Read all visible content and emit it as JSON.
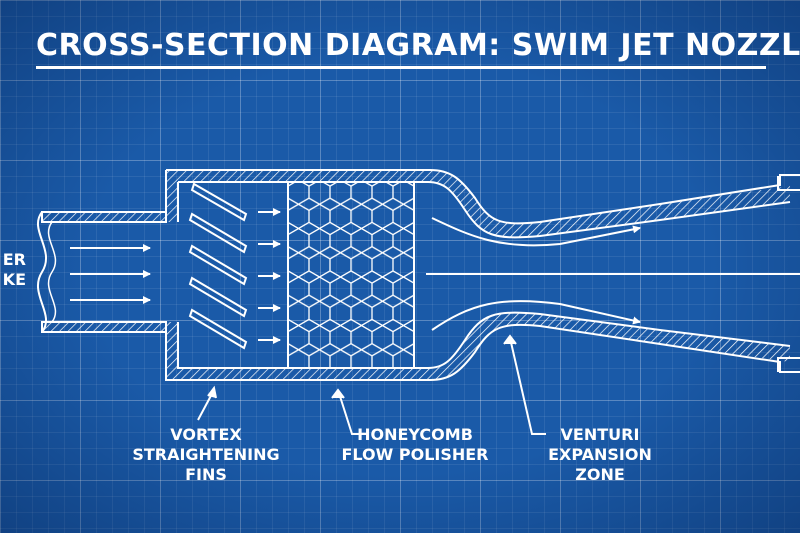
{
  "title": "CROSS-SECTION DIAGRAM: SWIM JET NOZZLE",
  "labels": {
    "intake": [
      "ER",
      "KE"
    ],
    "fins": [
      "VORTEX",
      "STRAIGHTENING",
      "FINS"
    ],
    "honeycomb": [
      "HONEYCOMB",
      "FLOW POLISHER"
    ],
    "venturi": [
      "VENTURI",
      "EXPANSION",
      "ZONE"
    ]
  },
  "colors": {
    "background": "#1a5aa8",
    "line": "#ffffff"
  }
}
